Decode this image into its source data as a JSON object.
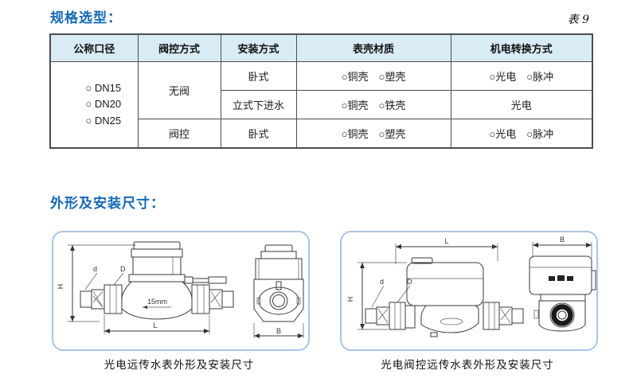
{
  "page": {
    "section1_title": "规格选型：",
    "table_tag": "表 9",
    "section2_title": "外形及安装尺寸："
  },
  "table": {
    "headers": [
      "公称口径",
      "阀控方式",
      "安装方式",
      "表壳材质",
      "机电转换方式"
    ],
    "diameter_options": [
      "○ DN15",
      "○ DN20",
      "○ DN25"
    ],
    "valve_modes": {
      "no_valve": "无阀",
      "valve_control": "阀控"
    },
    "rows": [
      {
        "install": "卧式",
        "material": "○铜壳　○塑壳",
        "conversion": "○光电　○脉冲"
      },
      {
        "install": "立式下进水",
        "material": "○铜壳　○铁壳",
        "conversion": "光电"
      },
      {
        "install": "卧式",
        "material": "○铜壳　○塑壳",
        "conversion": "○光电　○脉冲"
      }
    ]
  },
  "diagrams": {
    "left": {
      "caption": "光电远传水表外形及安装尺寸",
      "labels": {
        "H": "H",
        "L": "L",
        "B": "B",
        "d": "d",
        "D": "D",
        "size": "15mm"
      }
    },
    "right": {
      "caption": "光电阀控远传水表外形及安装尺寸",
      "labels": {
        "H": "H",
        "L": "L",
        "B": "B",
        "d": "d",
        "D": "D"
      }
    }
  },
  "colors": {
    "accent_blue": "#1568b4",
    "header_bg": "#d9ecf5",
    "box_border": "#a9c6e5",
    "table_border": "#4d4d4d"
  }
}
